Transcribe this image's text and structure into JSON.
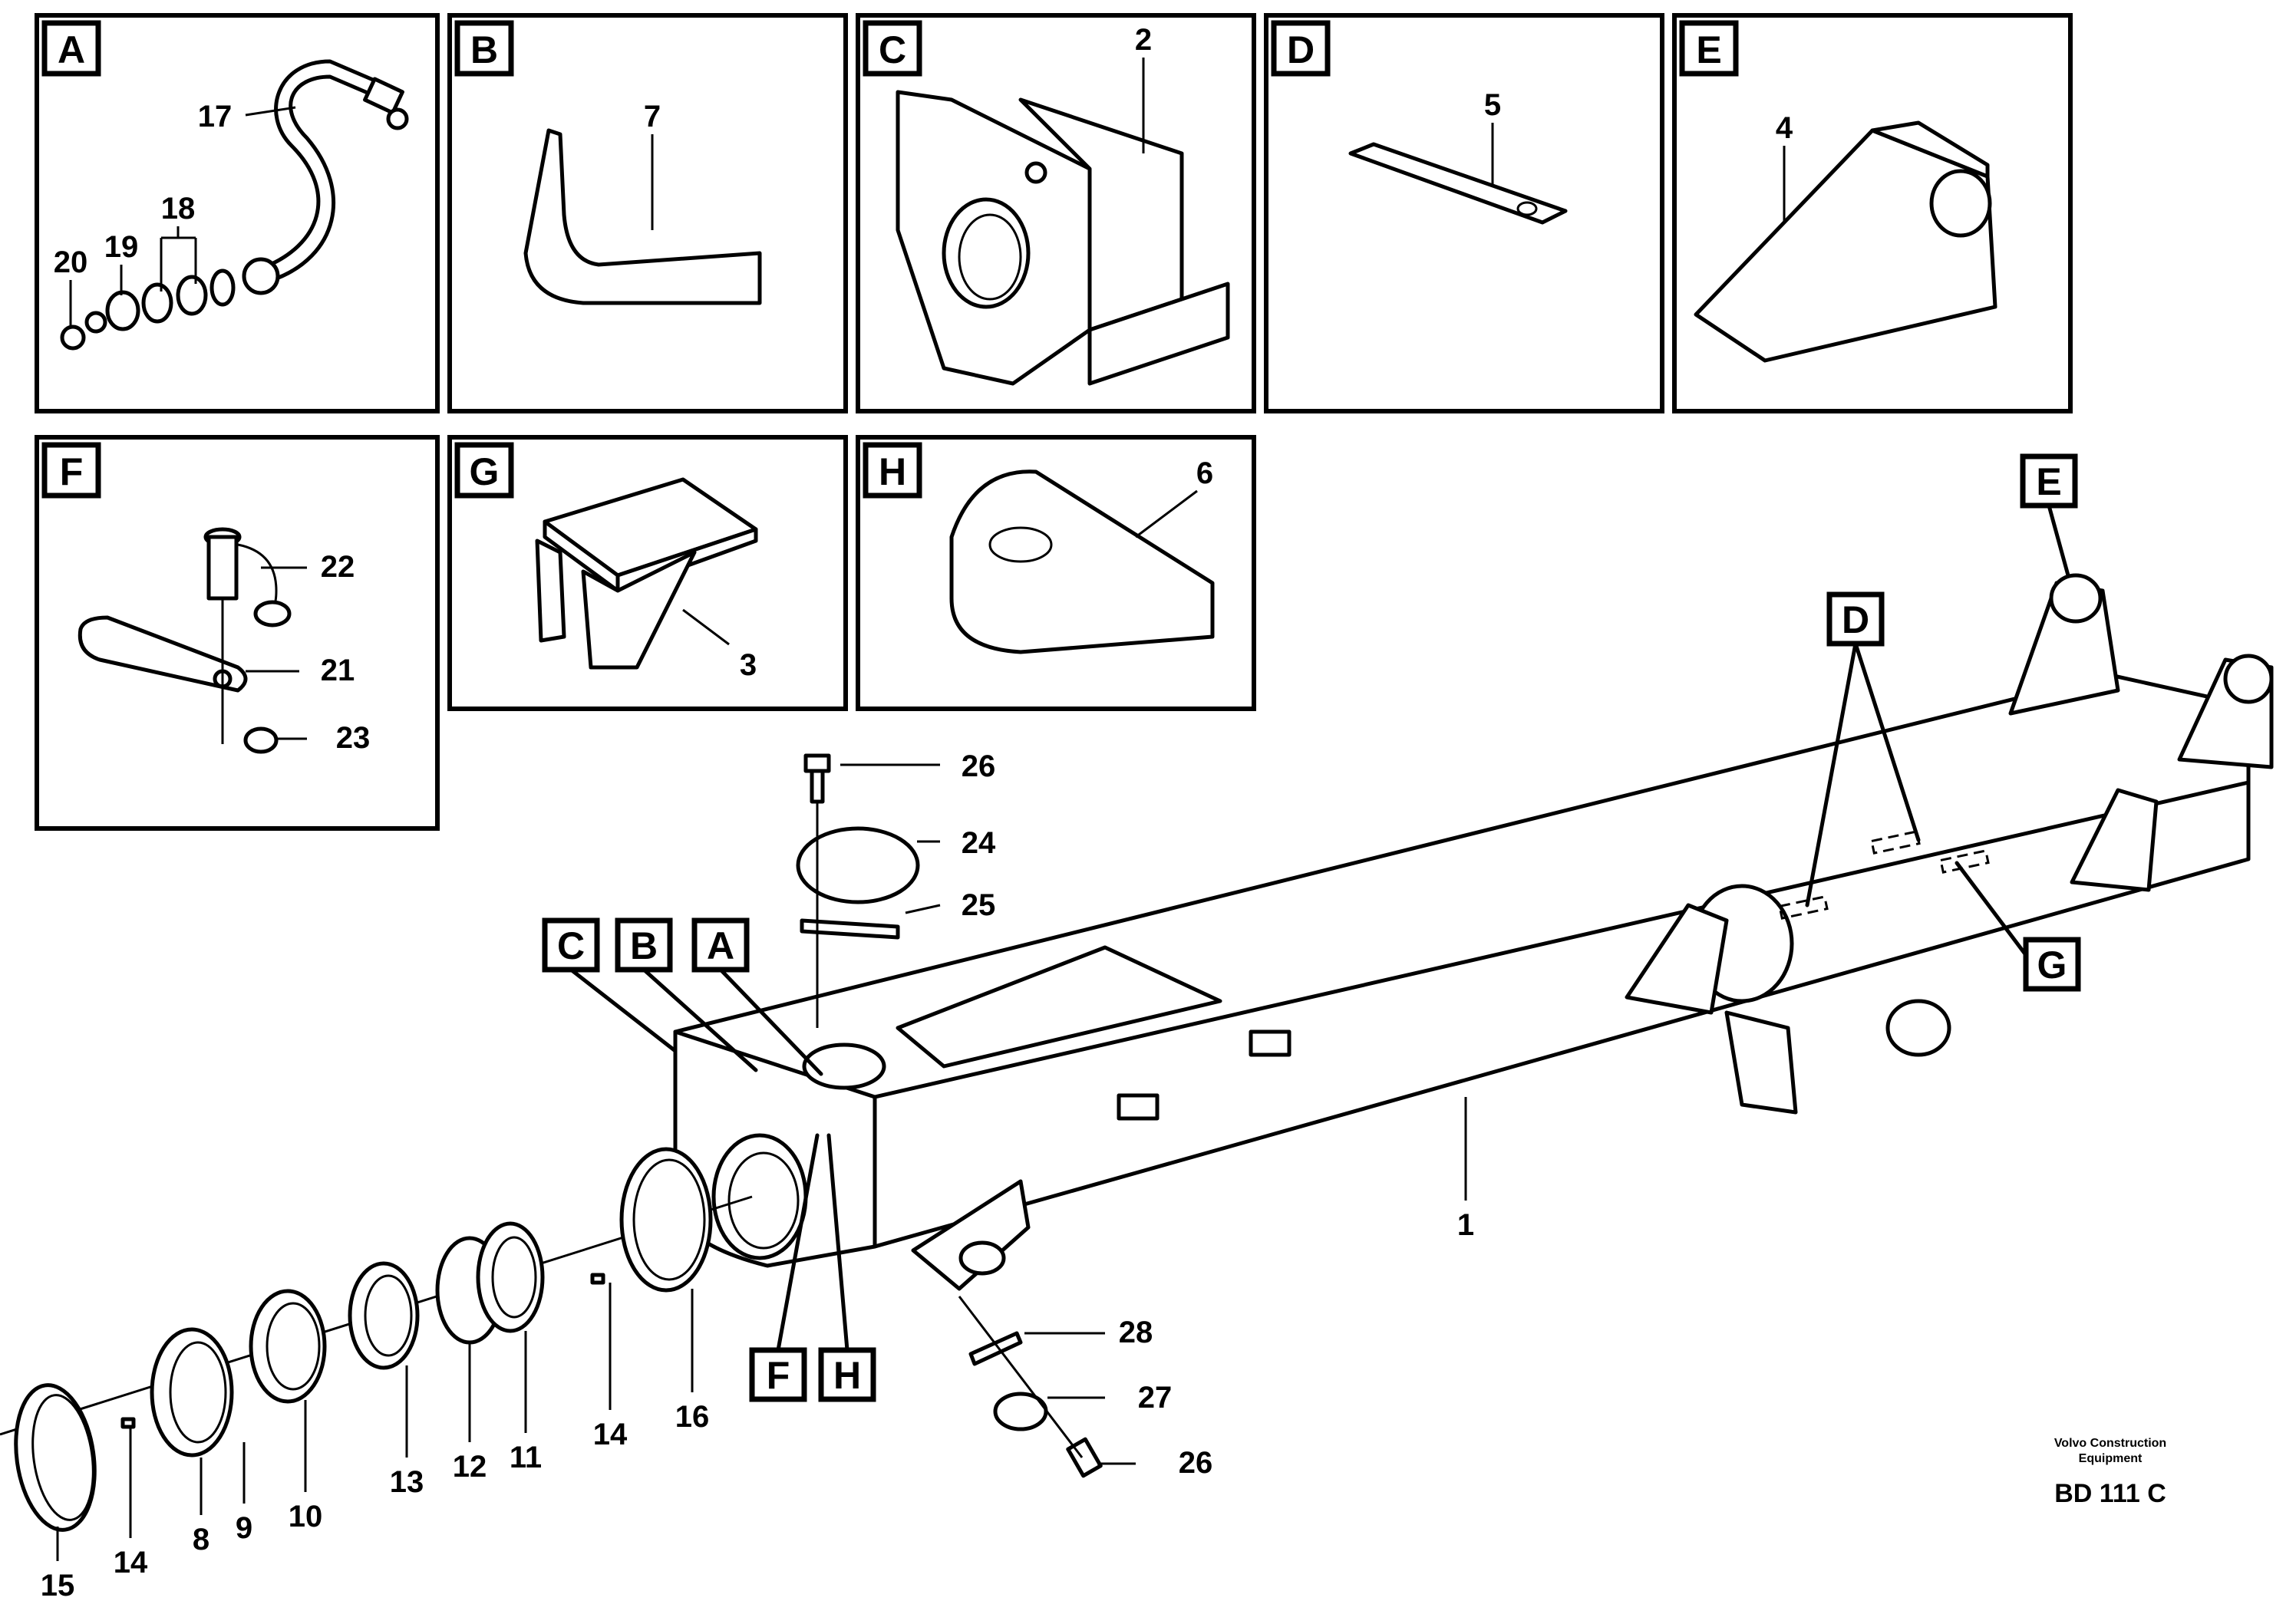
{
  "panels": {
    "A": {
      "label": "A",
      "parts": [
        "17",
        "18",
        "19",
        "20"
      ]
    },
    "B": {
      "label": "B",
      "parts": [
        "7"
      ]
    },
    "C": {
      "label": "C",
      "parts": [
        "2"
      ]
    },
    "D": {
      "label": "D",
      "parts": [
        "5"
      ]
    },
    "E": {
      "label": "E",
      "parts": [
        "4"
      ]
    },
    "F": {
      "label": "F",
      "parts": [
        "22",
        "21",
        "23"
      ]
    },
    "G": {
      "label": "G",
      "parts": [
        "3"
      ]
    },
    "H": {
      "label": "H",
      "parts": [
        "6"
      ]
    }
  },
  "main_callouts": {
    "tags": [
      "C",
      "B",
      "A",
      "E",
      "D",
      "G",
      "F",
      "H"
    ],
    "parts": [
      "1",
      "26",
      "24",
      "25",
      "28",
      "27",
      "26",
      "15",
      "14",
      "8",
      "9",
      "10",
      "13",
      "12",
      "11",
      "14",
      "16"
    ]
  },
  "footer": {
    "maker_line1": "Volvo Construction",
    "maker_line2": "Equipment",
    "code": "BD 111 C"
  }
}
